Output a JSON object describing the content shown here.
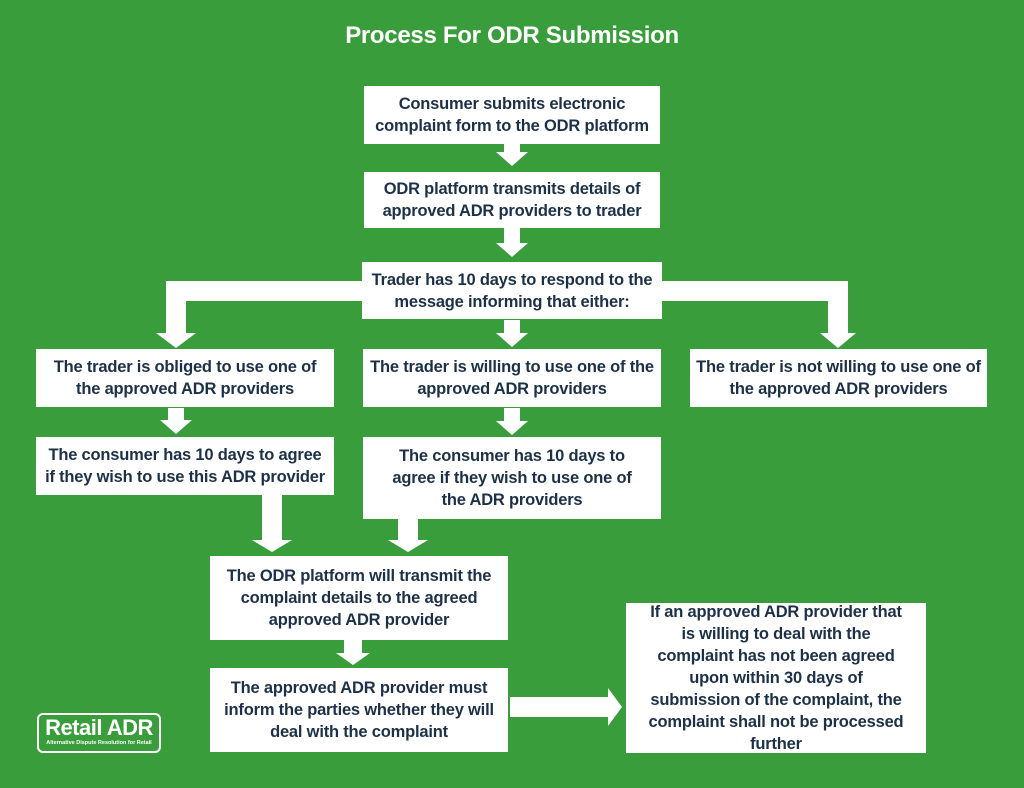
{
  "title": "Process For ODR Submission",
  "nodes": {
    "submit": "Consumer submits electronic complaint form to the ODR platform",
    "transmit_details": "ODR platform transmits details of approved ADR providers to trader",
    "trader_respond": "Trader has 10 days to respond to the message informing that either:",
    "obliged": "The trader is obliged to use one of the approved ADR providers",
    "willing": "The trader is willing to use one of the approved ADR providers",
    "not_willing": "The trader is not willing to use one of the approved ADR providers",
    "consumer_agree_this": "The consumer has 10 days to agree if they wish to use this ADR provider",
    "consumer_agree_one": "The consumer has 10 days to agree if they wish to use one of the ADR providers",
    "platform_transmit": "The ODR platform will transmit the complaint details to the agreed approved ADR provider",
    "provider_inform": "The approved ADR provider must inform the parties whether they will deal with the complaint",
    "not_processed": "If an approved ADR provider that is willing to deal with the complaint has not been agreed upon within 30 days of submission of the complaint, the complaint shall not be processed further"
  },
  "logo": {
    "name": "Retail ADR",
    "tagline": "Alternative Dispute Resolution for Retail"
  },
  "colors": {
    "background": "#389d3a",
    "box": "#ffffff",
    "text": "#1c3148"
  }
}
